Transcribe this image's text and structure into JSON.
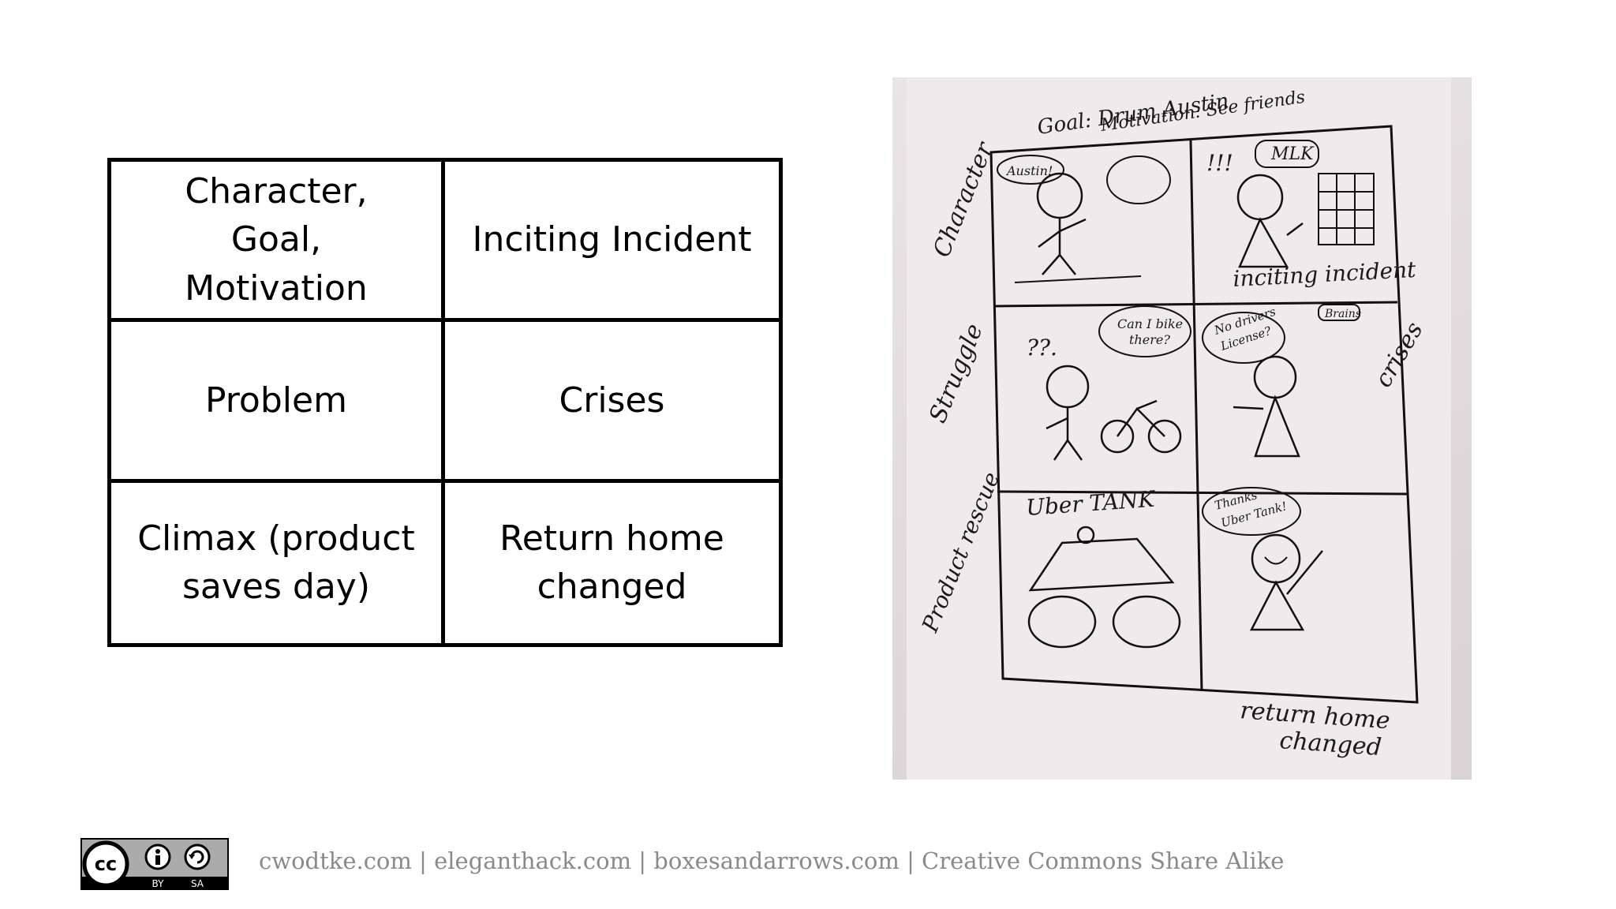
{
  "grid": {
    "cells": [
      "Character, Goal, Motivation",
      "Inciting Incident",
      "Problem",
      "Crises",
      "Climax (product saves day)",
      "Return home changed"
    ]
  },
  "photo": {
    "goal_text": "Goal: Drum Austin",
    "motivation_text": "Motivation: See friends",
    "row_labels": [
      "Character",
      "Struggle",
      "Product rescue"
    ],
    "inciting_label": "inciting incident",
    "crises_label": "crises",
    "return_label_1": "return home",
    "return_label_2": "changed",
    "bubbles": {
      "austin": "Austin!",
      "mlk": "MLK",
      "can_i_bike_1": "Can I bike",
      "can_i_bike_2": "there?",
      "no_drivers_1": "No drivers",
      "no_drivers_2": "License?",
      "brains": "Brains",
      "uber_tank": "Uber TANK",
      "thanks_1": "Thanks",
      "thanks_2": "Uber Tank!",
      "question_marks": "??.",
      "exclaim": "!!!"
    }
  },
  "footer": {
    "credits": "cwodtke.com | eleganthack.com | boxesandarrows.com | Creative Commons Share Alike",
    "cc_label_by": "BY",
    "cc_label_sa": "SA",
    "cc_mark": "cc"
  }
}
